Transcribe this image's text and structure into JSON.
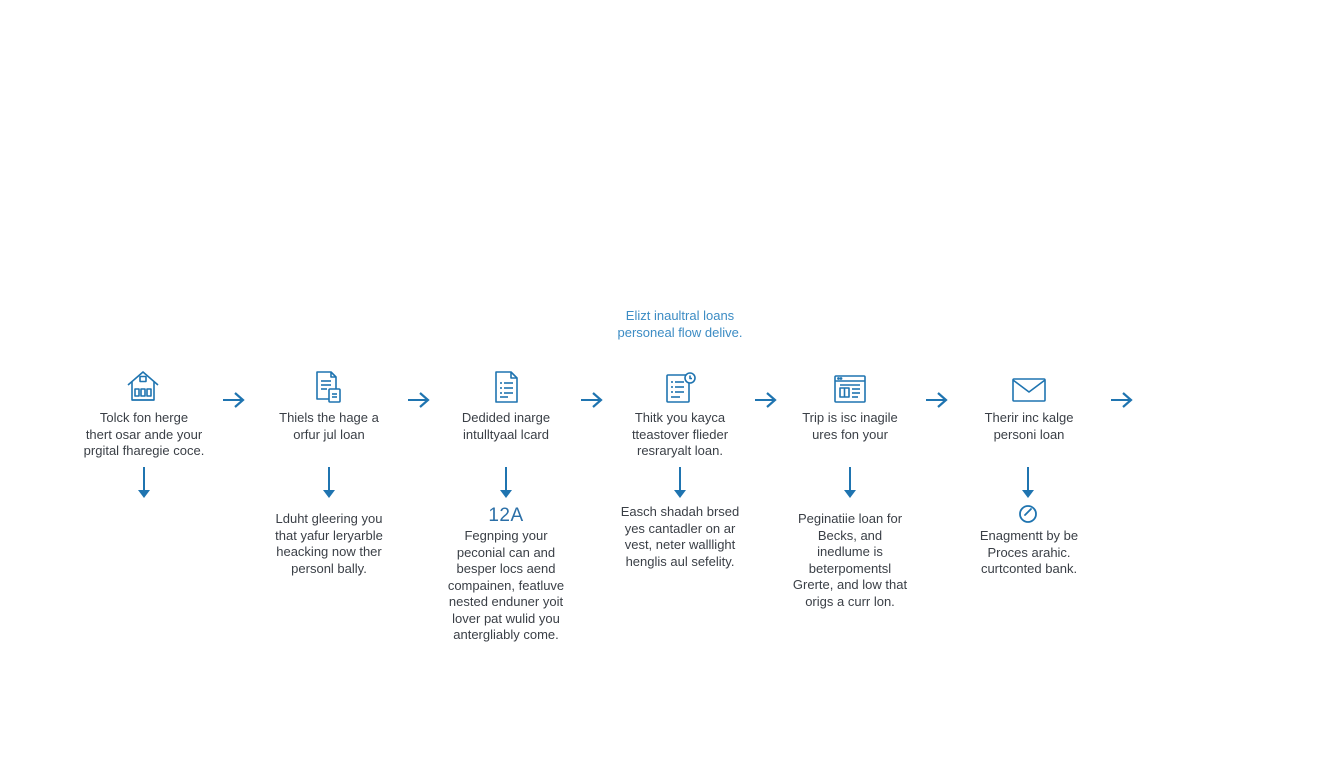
{
  "caption": {
    "line1": "Elizt inaultral loans",
    "line2": "personeal flow delive."
  },
  "colors": {
    "accent": "#1f74b0",
    "caption": "#3c8cc4",
    "text": "#3a3f46"
  },
  "steps": [
    {
      "icon": "house-icon",
      "lines": [
        "Tolck fon herge",
        "thert osar ande your",
        "prgital fharegie coce."
      ],
      "detail_lines": []
    },
    {
      "icon": "documents-icon",
      "lines": [
        "Thiels the hage a",
        "orfur jul loan"
      ],
      "detail_lines": [
        "Lduht gleering you",
        "that yafur leryarble",
        "heacking now ther",
        "personl bally."
      ]
    },
    {
      "icon": "document-list-icon",
      "lines": [
        "Dedided inarge",
        "intulltyaal lcard"
      ],
      "number": "12A",
      "detail_lines": [
        "Fegnping your",
        "peconial can and",
        "besper locs aend",
        "compainen, featluve",
        "nested enduner yoit",
        "lover pat wulid you",
        "antergliably come."
      ]
    },
    {
      "icon": "document-clock-icon",
      "lines": [
        "Thitk you kayca",
        "tteastover flieder",
        "resraryalt loan."
      ],
      "detail_lines": [
        "Easch shadah brsed",
        "yes cantadler on ar",
        "vest, neter walllight",
        "henglis aul sefelity."
      ]
    },
    {
      "icon": "browser-window-icon",
      "lines": [
        "Trip is isc inagile",
        "ures fon your"
      ],
      "detail_lines": [
        "Peginatiie loan for",
        "Becks, and",
        "inedlume is",
        "beterpomentsl",
        "Grerte, and low that",
        "origs a curr lon."
      ]
    },
    {
      "icon": "envelope-icon",
      "lines": [
        "Therir inc kalge",
        "personi loan"
      ],
      "detail_icon": "checkmark-circle-icon",
      "detail_lines": [
        "Enagmentt by be",
        "Proces arahic.",
        "curtconted bank."
      ]
    }
  ]
}
